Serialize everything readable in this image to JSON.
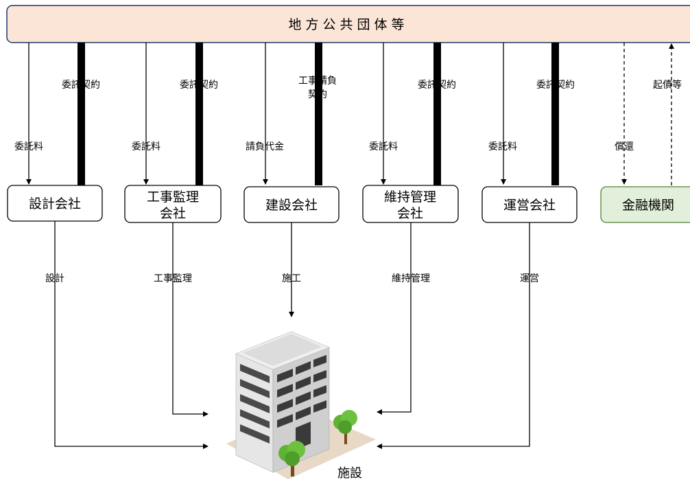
{
  "top_bar": {
    "label": "地方公共団体等",
    "fill": "#fbe5d6",
    "stroke": "#1f3864"
  },
  "entities": {
    "design": {
      "lines": [
        "設計会社"
      ]
    },
    "supervision": {
      "lines": [
        "工事監理",
        "会社"
      ]
    },
    "construction": {
      "lines": [
        "建設会社"
      ]
    },
    "maintenance": {
      "lines": [
        "維持管理",
        "会社"
      ]
    },
    "operation": {
      "lines": [
        "運営会社"
      ]
    },
    "finance": {
      "lines": [
        "金融機関"
      ],
      "fill": "#e2efda",
      "stroke": "#548235"
    }
  },
  "fee_labels": {
    "design": "委託料",
    "supervision": "委託料",
    "construction": "請負代金",
    "maintenance": "委託料",
    "operation": "委託料",
    "finance": "償還"
  },
  "contract_labels": {
    "design": [
      "委託契約"
    ],
    "supervision": [
      "委託契約"
    ],
    "construction": [
      "工事請負",
      "契約"
    ],
    "maintenance": [
      "委託契約"
    ],
    "operation": [
      "委託契約"
    ],
    "finance": [
      "起債等"
    ]
  },
  "service_labels": {
    "design": "設計",
    "supervision": "工事監理",
    "construction": "施工",
    "maintenance": "維持管理",
    "operation": "運営"
  },
  "facility": {
    "label": "施設",
    "building_color": "#d9d9d9",
    "window_color": "#404040",
    "tree_color": "#5fb236"
  }
}
